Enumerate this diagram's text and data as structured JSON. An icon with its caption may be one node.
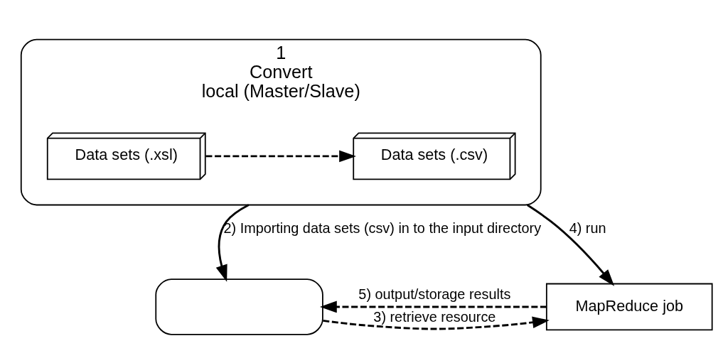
{
  "diagram": {
    "nodes": [
      {
        "text": [
          "1",
          "Convert",
          "local (Master/Slave)"
        ]
      },
      {
        "text": [
          "Data sets (.xsl)"
        ],
        "in": 0
      },
      {
        "text": [
          "Data sets (.csv)"
        ],
        "in": 0
      },
      {
        "text": [],
        "shape": "box"
      },
      {
        "text": [
          "MapReduce job"
        ]
      }
    ],
    "edges": [
      {
        "from": 1,
        "to": 2,
        "arrow": "to",
        "style": "dashed"
      },
      {
        "from": 0,
        "to": 3,
        "arrow": "to",
        "label": "2) Importing data sets (csv) in to the input directory"
      },
      {
        "from": 3,
        "to": 4,
        "arrow": "to",
        "style": "dashed",
        "label": "3) retrieve resource"
      },
      {
        "from": 0,
        "to": 4,
        "arrow": "to",
        "label": "4) run"
      },
      {
        "from": 4,
        "to": 3,
        "arrow": "to",
        "style": "dashed",
        "label": "5) output/storage results"
      }
    ]
  }
}
